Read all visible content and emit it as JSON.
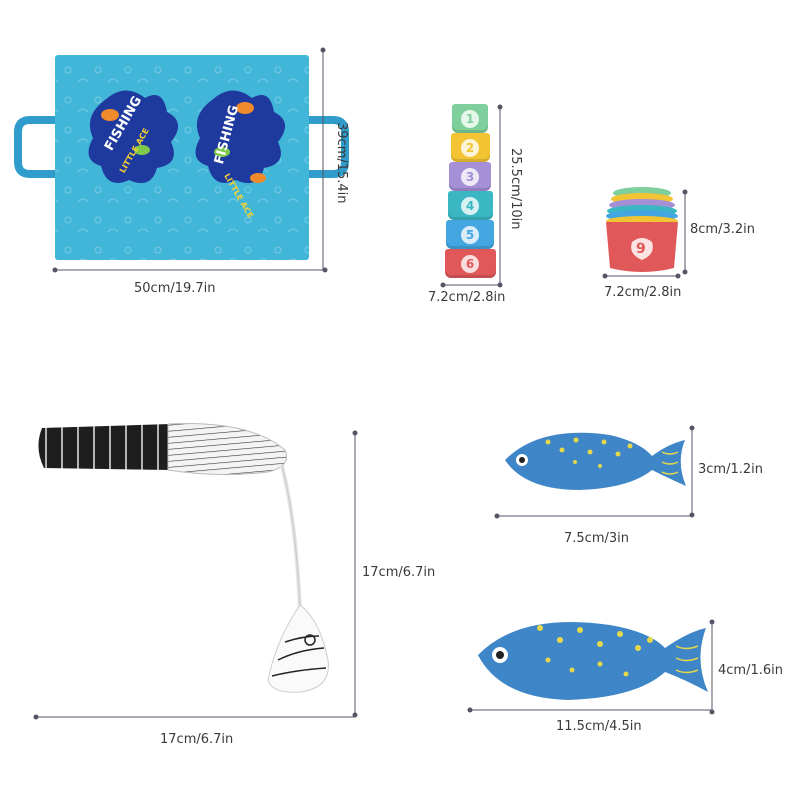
{
  "mat": {
    "title_left": "FISHING",
    "subtitle_left": "LITTLE ACE",
    "title_right": "FISHING",
    "subtitle_right": "LITTLE ACE",
    "width_label": "50cm/19.7in",
    "height_label": "39cm/15.4in"
  },
  "stack_cups": {
    "numbers": [
      "1",
      "2",
      "3",
      "4",
      "5",
      "6"
    ],
    "colors": [
      "#7fcf9d",
      "#f2c434",
      "#a58fd6",
      "#3bb7c4",
      "#43a6e0",
      "#e0585a"
    ],
    "height_label": "25.5cm/10in",
    "width_label": "7.2cm/2.8in"
  },
  "nested_cups": {
    "number": "9",
    "height_label": "8cm/3.2in",
    "width_label": "7.2cm/2.8in"
  },
  "rod": {
    "height_label": "17cm/6.7in",
    "width_label": "17cm/6.7in"
  },
  "small_fish": {
    "height_label": "3cm/1.2in",
    "width_label": "7.5cm/3in"
  },
  "large_fish": {
    "height_label": "4cm/1.6in",
    "width_label": "11.5cm/4.5in"
  },
  "colors": {
    "mat_blue": "#42b6d8",
    "fish_blue": "#3f86c8",
    "fish_spot": "#e5d84a",
    "line": "#556"
  }
}
